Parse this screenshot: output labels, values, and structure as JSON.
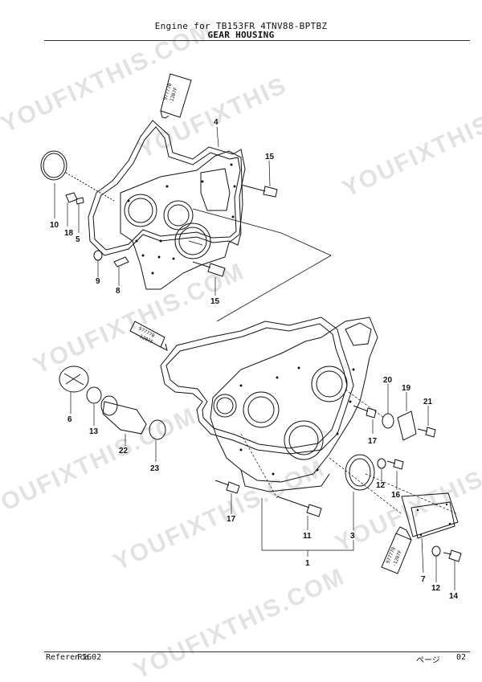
{
  "header": {
    "engine_line": "Engine for TB153FR  4TNV88-BPTBZ",
    "section_title": "GEAR HOUSING"
  },
  "footer": {
    "reference_label": "Reference",
    "figure_code": "FIG02",
    "page_label": "ページ",
    "page_number": "02"
  },
  "watermark": {
    "texts": [
      "YOUFIXTHIS.COM",
      "YOUFIXTHIS",
      "YOUFIXTHIS.COM",
      "YOUFIXTHIS.COM",
      "YOUFIXTHIS",
      "YOUFIXTHIS.COM",
      "YOUFIXTHIS.COM",
      "YOUFIXTHIS.COM"
    ]
  },
  "sealant_tubes": [
    {
      "code": "977770",
      "spec": "-1207F"
    },
    {
      "code": "977770",
      "spec": "-1207F"
    },
    {
      "code": "977770",
      "spec": "-1207F"
    }
  ],
  "callouts": [
    "4",
    "15",
    "10",
    "18",
    "5",
    "9",
    "8",
    "15",
    "6",
    "13",
    "22",
    "23",
    "20",
    "19",
    "21",
    "17",
    "12",
    "16",
    "17",
    "11",
    "3",
    "1",
    "7",
    "12",
    "14"
  ]
}
